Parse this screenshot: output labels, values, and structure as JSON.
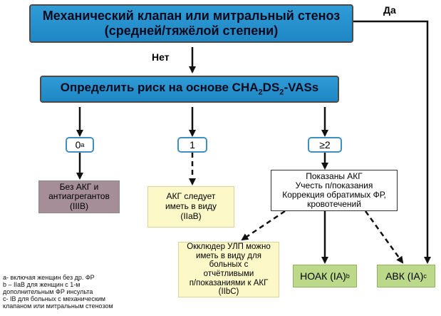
{
  "top_question": {
    "line1": "Механический клапан или митральный стеноз",
    "line2": "(средней/тяжёлой степени)"
  },
  "yes_label": "Да",
  "no_label": "Нет",
  "risk_box": {
    "prefix": "Определить риск на основе CHA",
    "sub1": "2",
    "mid": "DS",
    "sub2": "2",
    "suffix": "-VASs"
  },
  "scores": {
    "zero": "0",
    "zero_sup": "a",
    "one": "1",
    "two_plus": "≥2"
  },
  "outcomes": {
    "no_akg": {
      "line1": "Без АКГ и",
      "line2": "антиагрегантов",
      "line3": "(IIIB)"
    },
    "akg_consider": {
      "line1": "АКГ следует",
      "line2": "иметь в виду",
      "line3": "(IIaB)"
    },
    "akg_indicated": {
      "line1": "Показаны АКГ",
      "line2": "Учесть п/показания",
      "line3": "Коррекция обратимых ФР,",
      "line4": "кровотечений"
    },
    "occluder": {
      "line1": "Окклюдер УЛП можно",
      "line2": "иметь в виду для",
      "line3": "больных с",
      "line4": "отчётливыми",
      "line5": "п/показаниями к АКГ",
      "line6": "(IIbC)"
    },
    "noak": {
      "label": "НОАК (IA)",
      "sup": "b"
    },
    "avk": {
      "label": "АВК (IA)",
      "sup": "c"
    }
  },
  "footnotes": {
    "a": "а- включая женщин без др. ФР",
    "b1": "b – IIaB для женщин с 1-м",
    "b2": "дополнительным ФР инсульта",
    "c1": "c- IB для больных с механическим",
    "c2": "клапаном или митральным стенозом"
  },
  "colors": {
    "blue_box": "#2a95d1",
    "score_border": "#3d8fc4",
    "no_akg_fill": "#a58e97",
    "yellow_fill": "#fdf8c8",
    "green_fill": "#bcd98a"
  }
}
